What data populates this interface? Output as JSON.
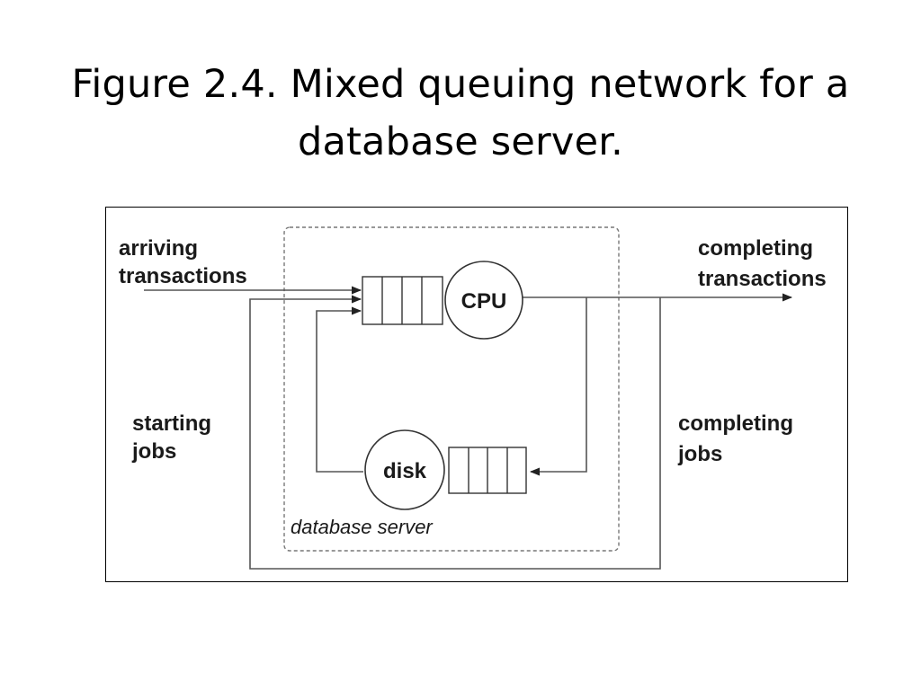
{
  "title": {
    "line1": "Figure 2.4. Mixed queuing network for a",
    "line2": "database server."
  },
  "diagram": {
    "arriving_transactions": [
      "arriving",
      "transactions"
    ],
    "completing_transactions": [
      "completing",
      "transactions"
    ],
    "starting_jobs": [
      "starting",
      "jobs"
    ],
    "completing_jobs": [
      "completing",
      "jobs"
    ],
    "cpu_label": "CPU",
    "disk_label": "disk",
    "boundary_label": "database server"
  }
}
